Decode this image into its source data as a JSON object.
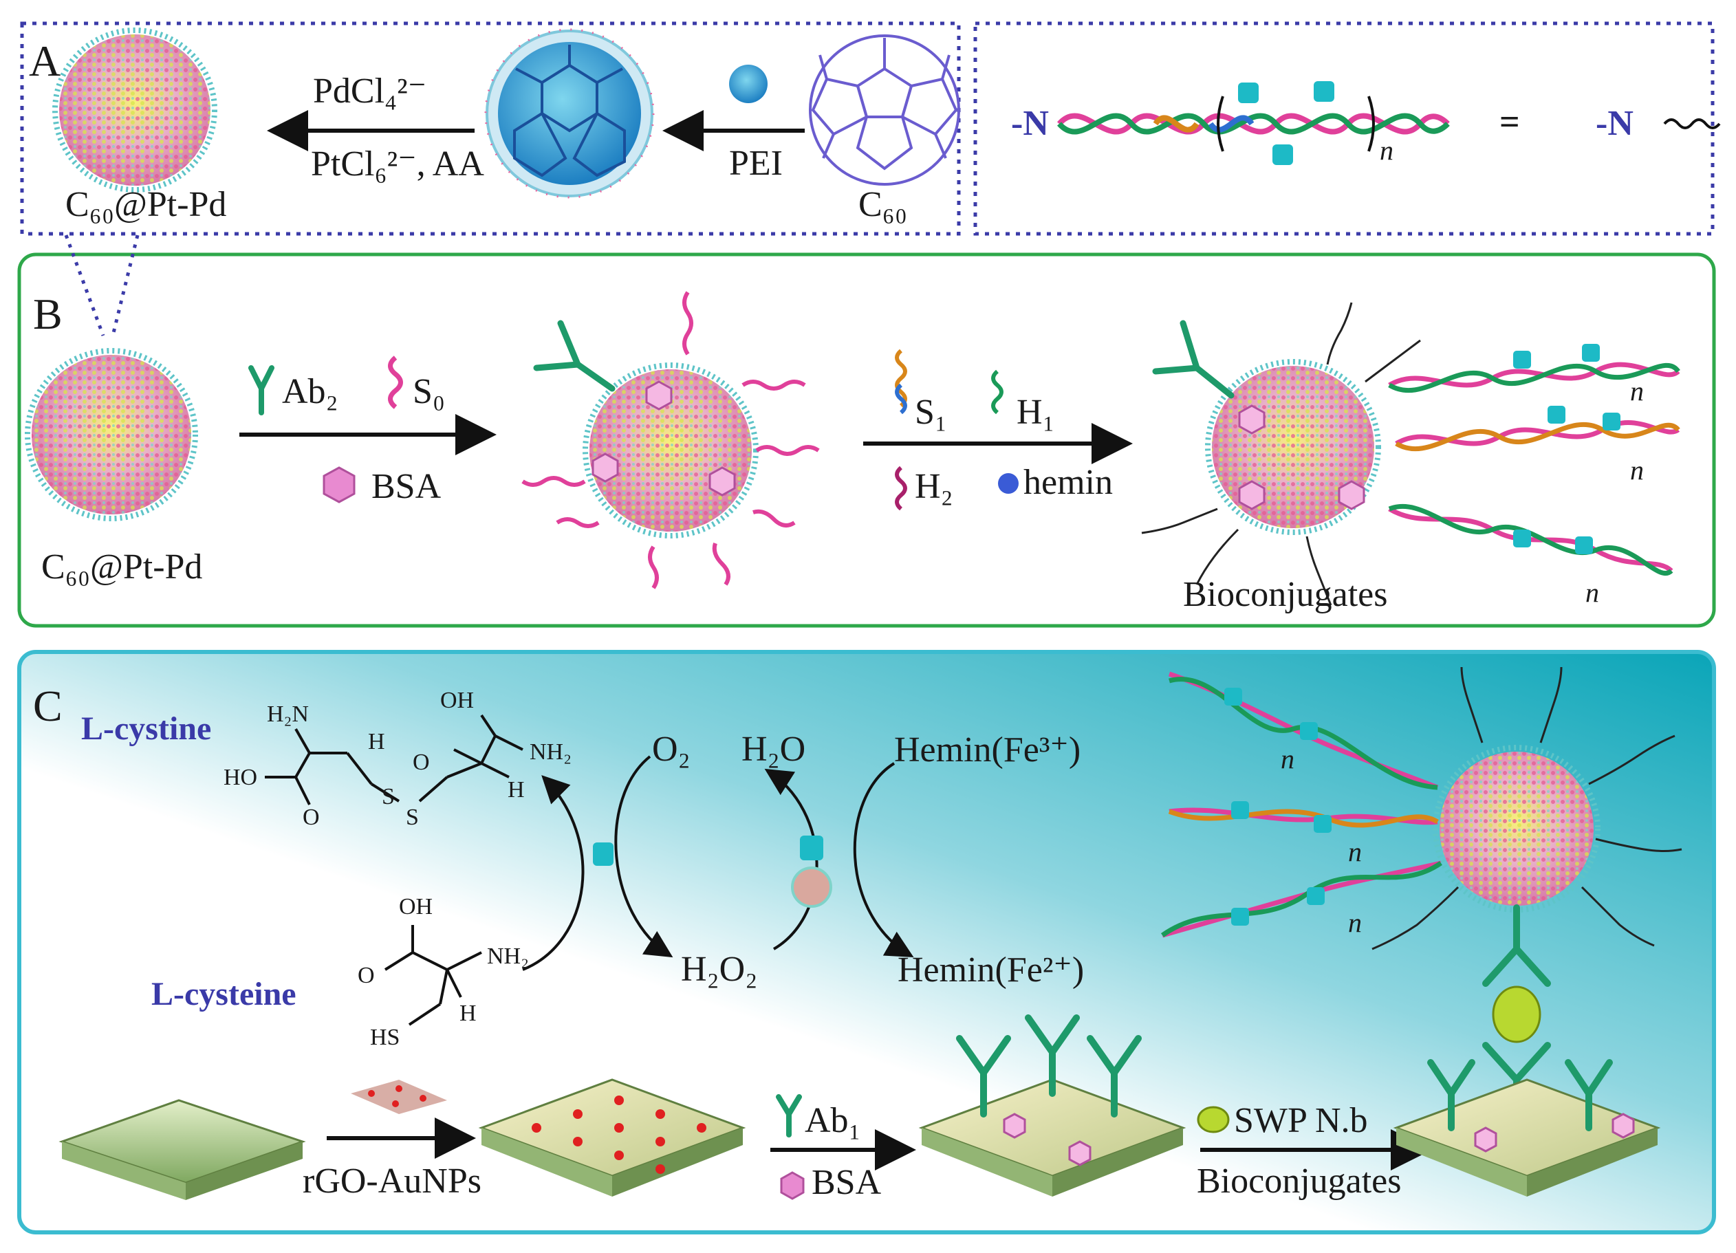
{
  "panels": {
    "a": {
      "letter": "A",
      "reagent_top": "PdCl₄²⁻",
      "reagent_bottom": "PtCl₆²⁻, AA",
      "pei": "PEI",
      "c60": "C₆₀",
      "product": "C₆₀@Pt-Pd",
      "legend_n_left": "-N",
      "legend_n_right": "-N",
      "legend_equals": "=",
      "legend_repeat": "n"
    },
    "b": {
      "letter": "B",
      "start": "C₆₀@Pt-Pd",
      "ab2": "Ab₂",
      "s0": "S₀",
      "bsa": "BSA",
      "s1": "S₁",
      "h1": "H₁",
      "h2": "H₂",
      "hemin": "hemin",
      "bioconjugates": "Bioconjugates",
      "n": "n"
    },
    "c": {
      "letter": "C",
      "l_cystine": "L-cystine",
      "l_cysteine": "L-cysteine",
      "o2": "O₂",
      "h2o": "H₂O",
      "h2o2": "H₂O₂",
      "hemin_fe3": "Hemin(Fe³⁺)",
      "hemin_fe2": "Hemin(Fe²⁺)",
      "rgo": "rGO-AuNPs",
      "ab1": "Ab₁",
      "bsa": "BSA",
      "swp": "SWP N.b",
      "bioconjugates": "Bioconjugates",
      "chem": {
        "h2n": "H₂N",
        "oh1": "OH",
        "h1": "H",
        "ho": "HO",
        "o1": "O",
        "s1": "S",
        "s2": "S",
        "o2": "O",
        "nh2_1": "NH₂",
        "h2": "H",
        "oh2": "OH",
        "o3": "O",
        "nh2_2": "NH₂",
        "h3": "H",
        "hs": "HS"
      },
      "n": "n"
    }
  },
  "colors": {
    "box_a_border": "#3b3ba8",
    "box_b_border": "#2ea84a",
    "box_c_border": "#3bbcd0",
    "teal_gradient": "#0aa5b8",
    "nano_pink": "#e0508c",
    "nano_yellow": "#d6e04a",
    "antibody": "#1e9a6a"
  }
}
